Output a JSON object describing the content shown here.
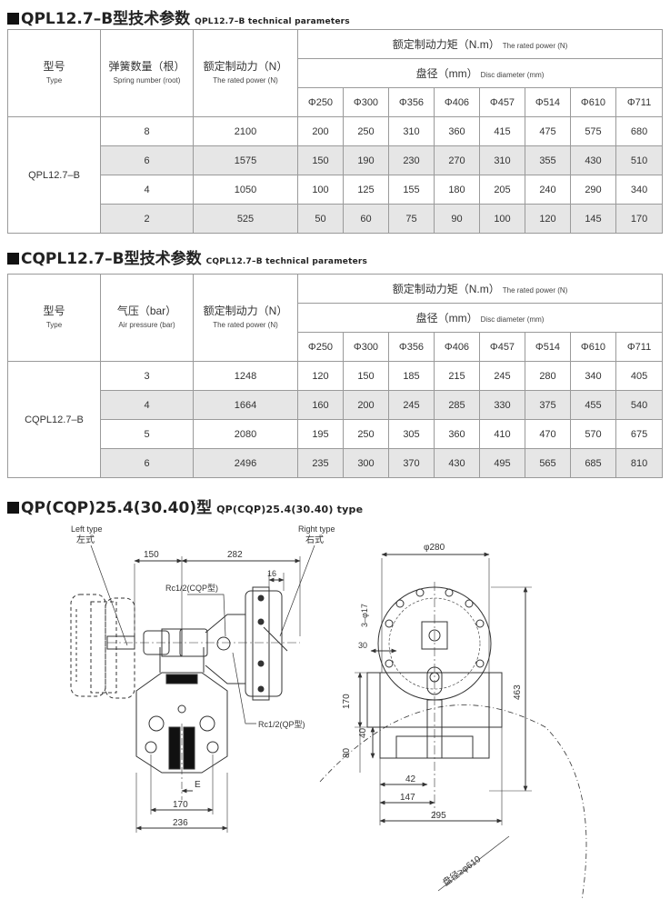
{
  "table1": {
    "title_cn": "QPL12.7–B型技术参数",
    "title_en": "QPL12.7–B technical parameters",
    "hdr_type_cn": "型号",
    "hdr_type_en": "Type",
    "hdr_param_cn": "弹簧数量（根）",
    "hdr_param_en": "Spring number (root)",
    "hdr_force_cn": "额定制动力（N）",
    "hdr_force_en": "The rated power (N)",
    "hdr_torque_cn": "额定制动力矩（N.m）",
    "hdr_torque_en": "The rated power (N)",
    "hdr_disc_cn": "盘径（mm）",
    "hdr_disc_en": "Disc diameter (mm)",
    "discs": [
      "Φ250",
      "Φ300",
      "Φ356",
      "Φ406",
      "Φ457",
      "Φ514",
      "Φ610",
      "Φ711"
    ],
    "type_name": "QPL12.7–B",
    "rows": [
      {
        "param": "8",
        "force": "2100",
        "v": [
          "200",
          "250",
          "310",
          "360",
          "415",
          "475",
          "575",
          "680"
        ]
      },
      {
        "param": "6",
        "force": "1575",
        "v": [
          "150",
          "190",
          "230",
          "270",
          "310",
          "355",
          "430",
          "510"
        ]
      },
      {
        "param": "4",
        "force": "1050",
        "v": [
          "100",
          "125",
          "155",
          "180",
          "205",
          "240",
          "290",
          "340"
        ]
      },
      {
        "param": "2",
        "force": "525",
        "v": [
          "50",
          "60",
          "75",
          "90",
          "100",
          "120",
          "145",
          "170"
        ]
      }
    ]
  },
  "table2": {
    "title_cn": "CQPL12.7–B型技术参数",
    "title_en": "CQPL12.7–B technical parameters",
    "hdr_type_cn": "型号",
    "hdr_type_en": "Type",
    "hdr_param_cn": "气压（bar）",
    "hdr_param_en": "Air pressure (bar)",
    "hdr_force_cn": "额定制动力（N）",
    "hdr_force_en": "The rated power (N)",
    "hdr_torque_cn": "额定制动力矩（N.m）",
    "hdr_torque_en": "The rated power (N)",
    "hdr_disc_cn": "盘径（mm）",
    "hdr_disc_en": "Disc diameter (mm)",
    "discs": [
      "Φ250",
      "Φ300",
      "Φ356",
      "Φ406",
      "Φ457",
      "Φ514",
      "Φ610",
      "Φ711"
    ],
    "type_name": "CQPL12.7–B",
    "rows": [
      {
        "param": "3",
        "force": "1248",
        "v": [
          "120",
          "150",
          "185",
          "215",
          "245",
          "280",
          "340",
          "405"
        ]
      },
      {
        "param": "4",
        "force": "1664",
        "v": [
          "160",
          "200",
          "245",
          "285",
          "330",
          "375",
          "455",
          "540"
        ]
      },
      {
        "param": "5",
        "force": "2080",
        "v": [
          "195",
          "250",
          "305",
          "360",
          "410",
          "470",
          "570",
          "675"
        ]
      },
      {
        "param": "6",
        "force": "2496",
        "v": [
          "235",
          "300",
          "370",
          "430",
          "495",
          "565",
          "685",
          "810"
        ]
      }
    ]
  },
  "drawing": {
    "title_cn": "QP(CQP)25.4(30.40)型",
    "title_en": "QP(CQP)25.4(30.40) type",
    "left_type_en": "Left type",
    "left_type_cn": "左式",
    "right_type_en": "Right type",
    "right_type_cn": "右式",
    "dim_150": "150",
    "dim_282": "282",
    "dim_16": "16",
    "label_cqp_port": "Rc1/2(CQP型)",
    "label_qp_port": "Rc1/2(QP型)",
    "dim_E": "E",
    "dim_170_bottom": "170",
    "dim_236": "236",
    "dim_phi280": "φ280",
    "dim_holes": "3–φ17",
    "dim_30": "30",
    "dim_463": "463",
    "dim_170_side": "170",
    "dim_40": "40",
    "dim_80": "80",
    "dim_42": "42",
    "dim_147": "147",
    "dim_295": "295",
    "disc_note": "盘径≥φ610"
  }
}
